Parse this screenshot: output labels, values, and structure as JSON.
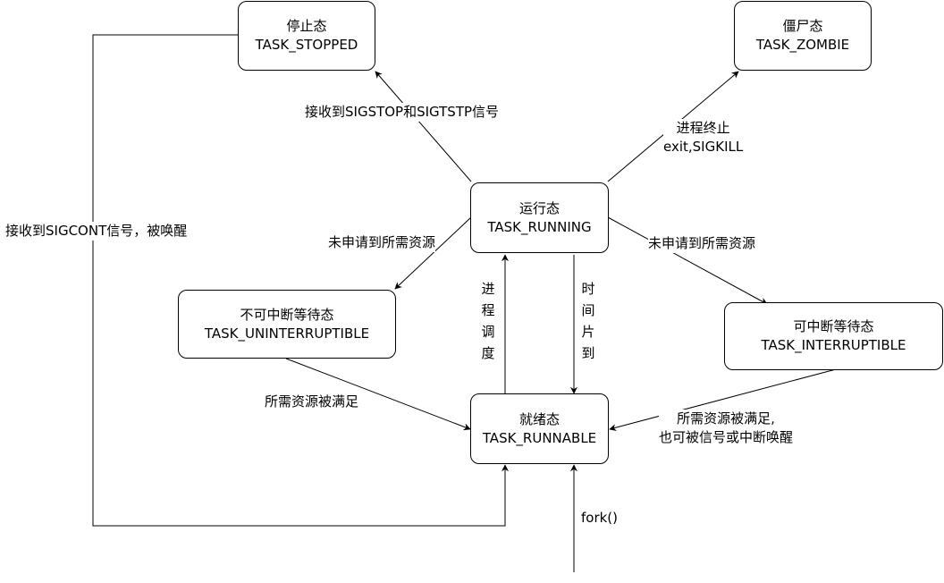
{
  "nodes": {
    "stopped": {
      "name": "停止态",
      "code": "TASK_STOPPED"
    },
    "zombie": {
      "name": "僵尸态",
      "code": "TASK_ZOMBIE"
    },
    "running": {
      "name": "运行态",
      "code": "TASK_RUNNING"
    },
    "uninterruptible": {
      "name": "不可中断等待态",
      "code": "TASK_UNINTERRUPTIBLE"
    },
    "interruptible": {
      "name": "可中断等待态",
      "code": "TASK_INTERRUPTIBLE"
    },
    "runnable": {
      "name": "就绪态",
      "code": "TASK_RUNNABLE"
    }
  },
  "edges": {
    "running_to_stopped": "接收到SIGSTOP和SIGTSTP信号",
    "running_to_zombie_line1": "进程终止",
    "running_to_zombie_line2": "exit,SIGKILL",
    "stopped_to_runnable": "接收到SIGCONT信号，被唤醒",
    "running_to_uninterruptible": "未申请到所需资源",
    "running_to_interruptible": "未申请到所需资源",
    "schedule": [
      "进",
      "程",
      "调",
      "度"
    ],
    "timeslice": [
      "时",
      "间",
      "片",
      "到"
    ],
    "uninterruptible_to_runnable": "所需资源被满足",
    "interruptible_to_runnable_line1": "所需资源被满足,",
    "interruptible_to_runnable_line2": "也可被信号或中断唤醒",
    "fork": "fork()"
  }
}
